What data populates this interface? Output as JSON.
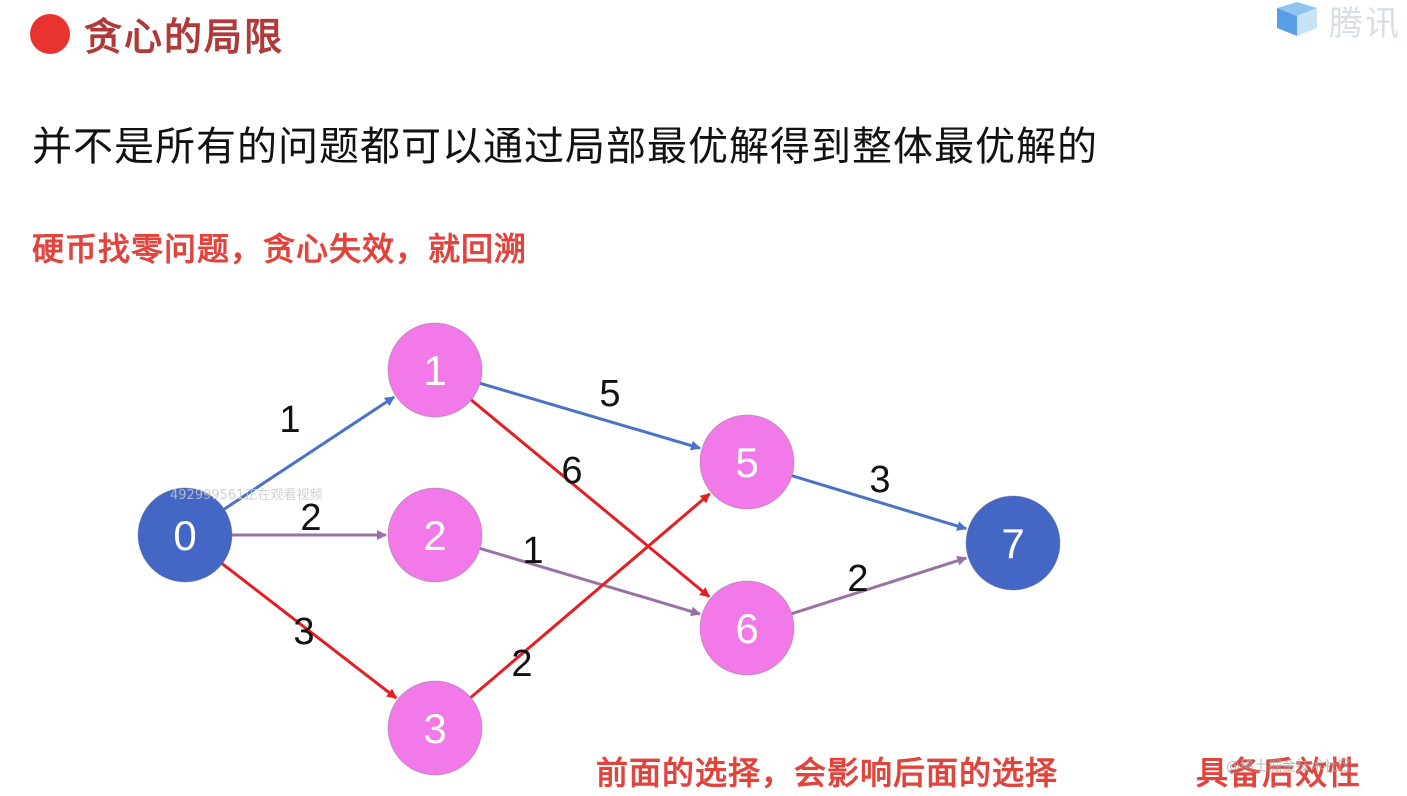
{
  "header": {
    "title": "贪心的局限",
    "logo_text": "腾讯"
  },
  "headline": "并不是所有的问题都可以通过局部最优解得到整体最优解的",
  "subline": "硬币找零问题，贪心失效，就回溯",
  "footer": {
    "left": "前面的选择，会影响后面的选择",
    "right": "具备后效性"
  },
  "overlay": {
    "viewer": "492999561正在观看视频",
    "watermark": "@稀土掘金技术社区"
  },
  "colors": {
    "blue_node": "#4466c4",
    "pink_node": "#f27ae8",
    "blue_edge": "#4a72c8",
    "purple_edge": "#9a72a6",
    "red_edge": "#e41e22",
    "accent": "#e0443c"
  },
  "graph": {
    "nodes": [
      {
        "id": "0",
        "label": "0",
        "kind": "blue"
      },
      {
        "id": "1",
        "label": "1",
        "kind": "pink"
      },
      {
        "id": "2",
        "label": "2",
        "kind": "pink"
      },
      {
        "id": "3",
        "label": "3",
        "kind": "pink"
      },
      {
        "id": "5",
        "label": "5",
        "kind": "pink"
      },
      {
        "id": "6",
        "label": "6",
        "kind": "pink"
      },
      {
        "id": "7",
        "label": "7",
        "kind": "blue"
      }
    ],
    "edges": [
      {
        "from": "0",
        "to": "1",
        "weight": "1",
        "color": "blue"
      },
      {
        "from": "0",
        "to": "2",
        "weight": "2",
        "color": "purple"
      },
      {
        "from": "0",
        "to": "3",
        "weight": "3",
        "color": "red"
      },
      {
        "from": "1",
        "to": "5",
        "weight": "5",
        "color": "blue"
      },
      {
        "from": "1",
        "to": "6",
        "weight": "6",
        "color": "red"
      },
      {
        "from": "2",
        "to": "6",
        "weight": "1",
        "color": "purple"
      },
      {
        "from": "3",
        "to": "5",
        "weight": "2",
        "color": "red"
      },
      {
        "from": "5",
        "to": "7",
        "weight": "3",
        "color": "blue"
      },
      {
        "from": "6",
        "to": "7",
        "weight": "2",
        "color": "purple"
      }
    ]
  }
}
